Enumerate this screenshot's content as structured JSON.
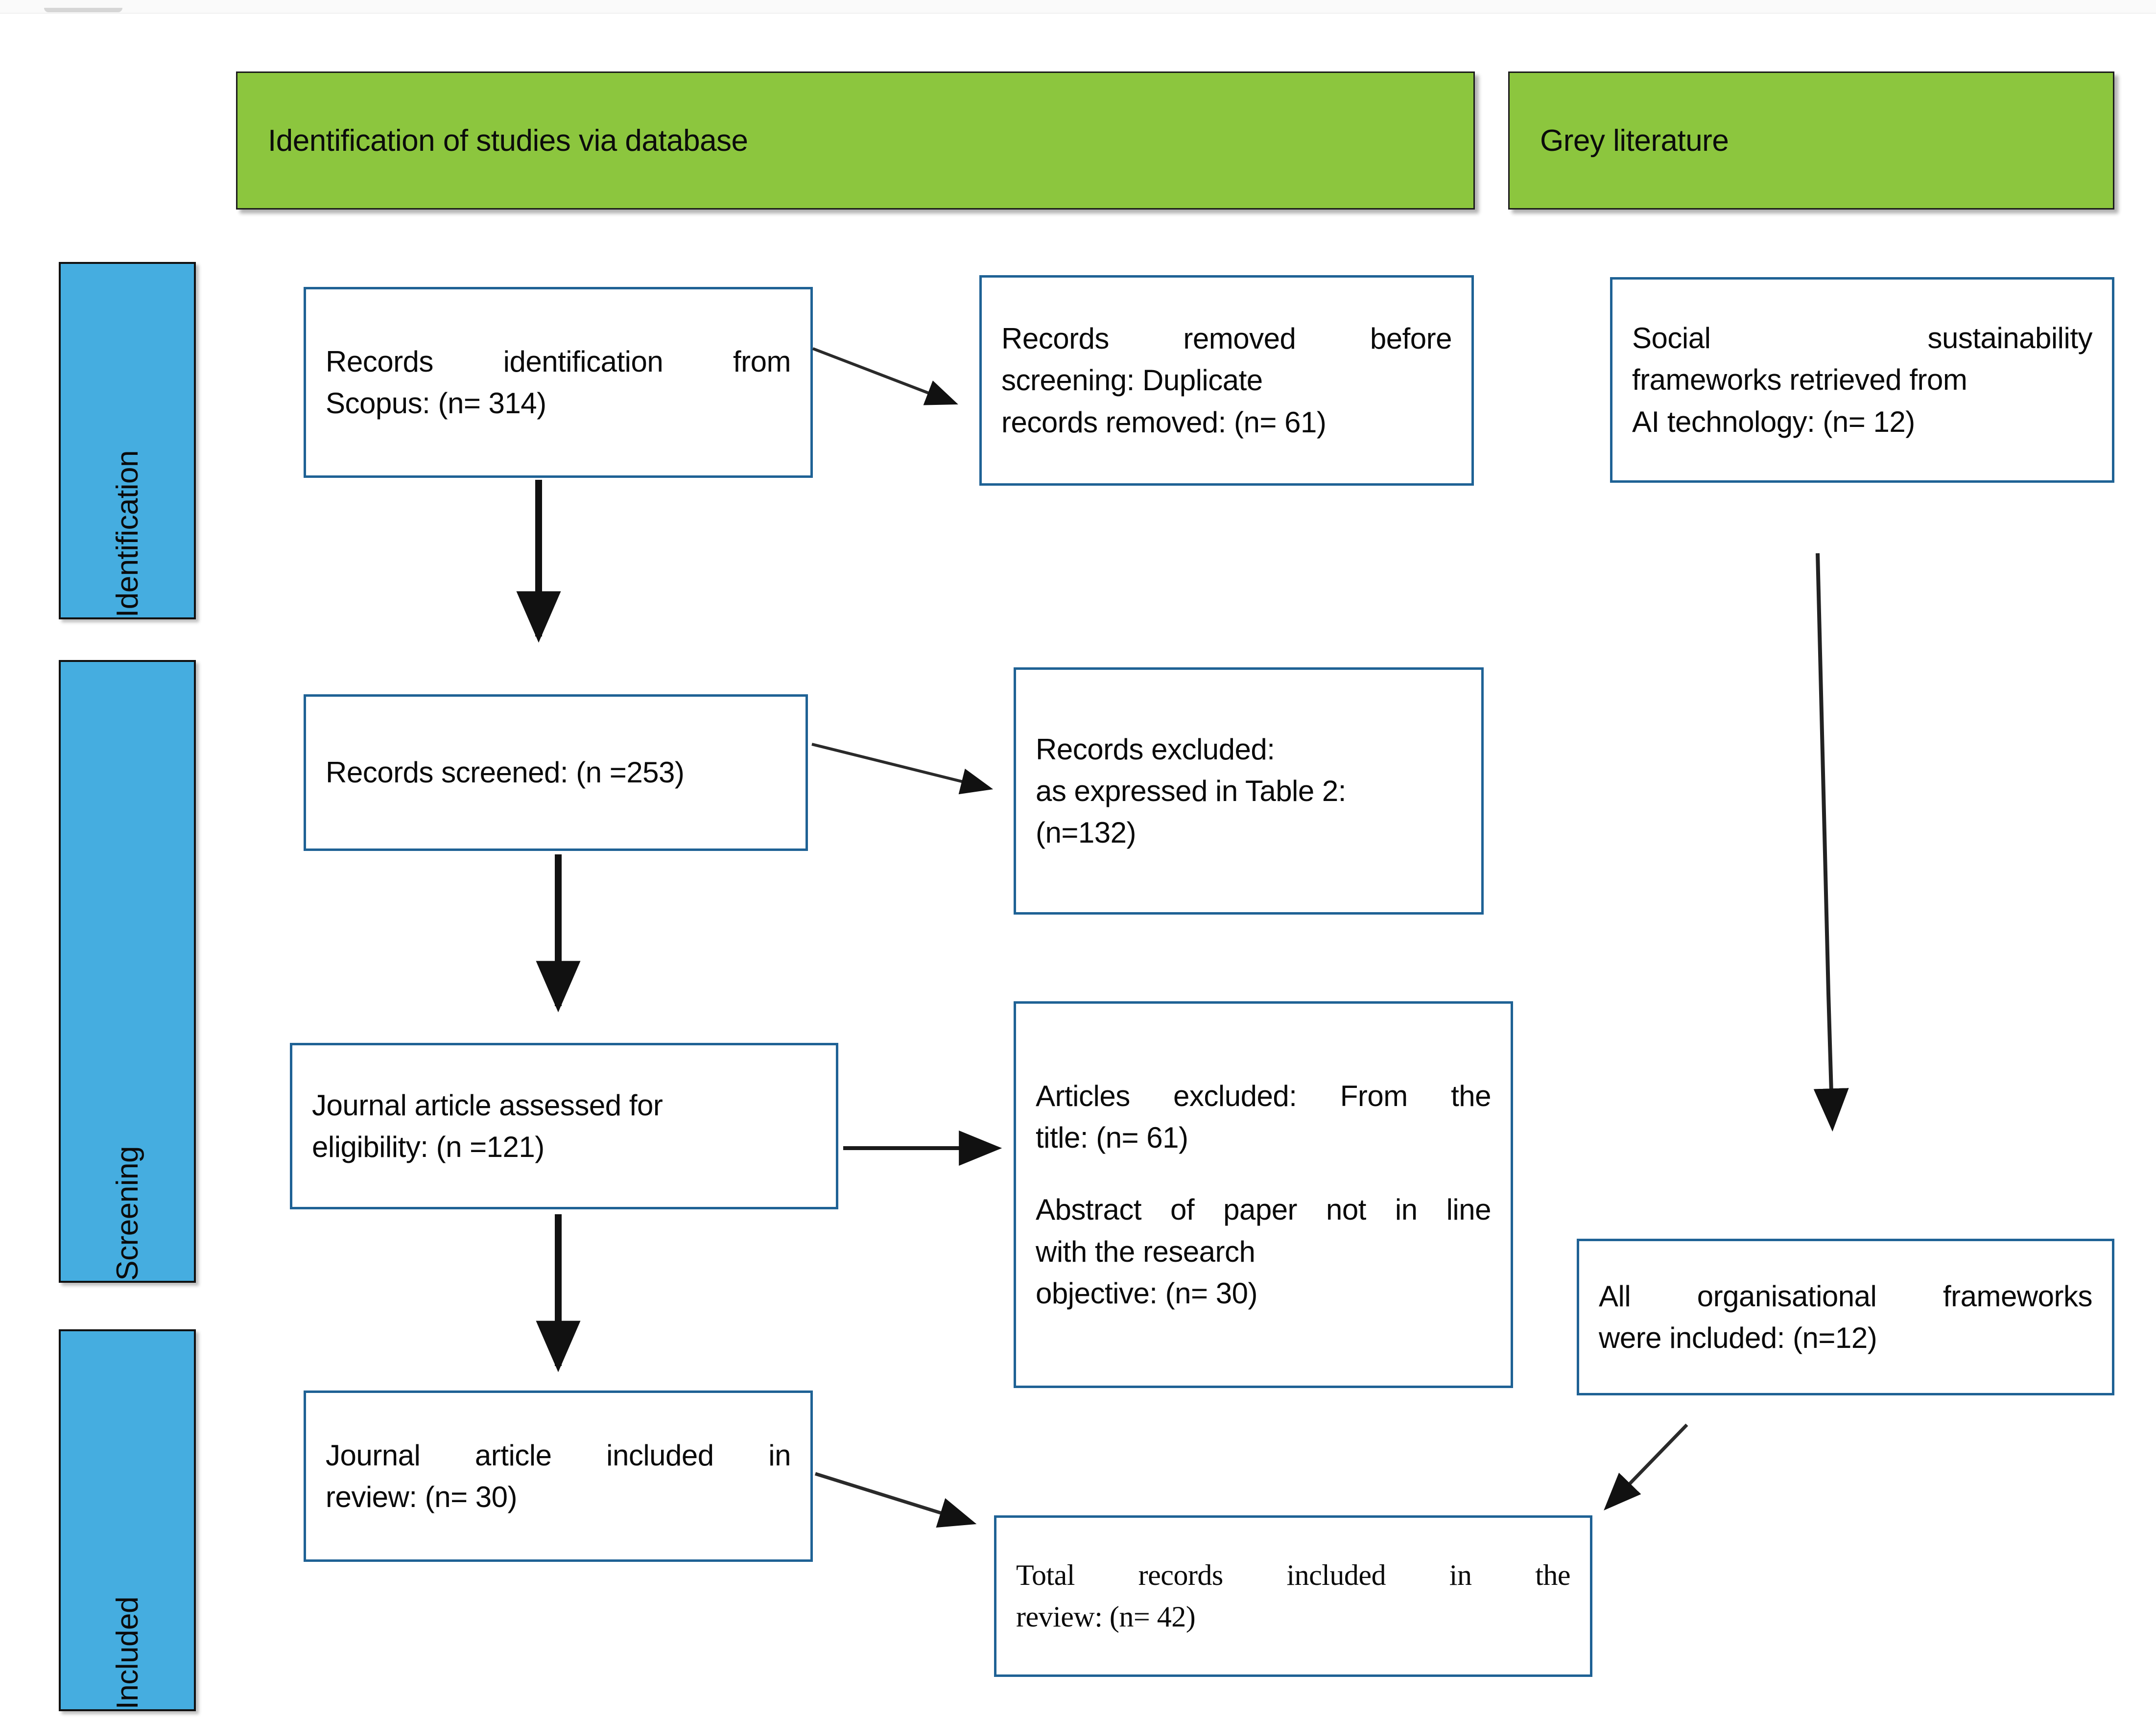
{
  "figure": {
    "type": "prisma-flow-diagram",
    "palette": {
      "stage_header_green": "#8CC63E",
      "phase_bar_blue": "#45ADE0",
      "box_border_blue": "#1F6295",
      "text_black": "#0A0A0A",
      "page_background": "#FFFFFF",
      "arrow_black": "#111111"
    }
  },
  "stage_headers": [
    {
      "id": "database",
      "label": "Identification of studies via database"
    },
    {
      "id": "grey",
      "label": "Grey literature"
    }
  ],
  "phase_bars": [
    {
      "id": "identification",
      "label": "Identification"
    },
    {
      "id": "screening",
      "label": "Screening"
    },
    {
      "id": "included",
      "label": "Included"
    }
  ],
  "boxes": {
    "records_identified": {
      "lines": [
        "Records identification from",
        "Scopus: (n= 314)"
      ],
      "counts": {
        "n": 314
      },
      "source": "Scopus"
    },
    "records_removed_before_screening": {
      "lines": [
        "Records removed before",
        "screening:           Duplicate",
        "records removed: (n= 61)"
      ],
      "counts": {
        "n": 61
      }
    },
    "grey_frameworks_retrieved": {
      "lines": [
        "Social            sustainability",
        "frameworks retrieved from",
        "AI technology: (n= 12)"
      ],
      "counts": {
        "n": 12
      }
    },
    "records_screened": {
      "lines": [
        "Records screened: (n =253)"
      ],
      "counts": {
        "n": 253
      }
    },
    "records_excluded": {
      "lines": [
        "Records excluded:",
        "as expressed in Table 2:",
        "(n=132)"
      ],
      "counts": {
        "n": 132
      },
      "reference": "Table 2"
    },
    "articles_assessed": {
      "lines": [
        "Journal article assessed for",
        "eligibility: (n =121)"
      ],
      "counts": {
        "n": 121
      }
    },
    "articles_excluded": {
      "block_a": [
        "Articles excluded: From the",
        "title: (n= 61)"
      ],
      "block_b": [
        "Abstract of paper not in line",
        "with        the        research",
        "objective: (n= 30)"
      ],
      "counts": {
        "excluded_from_title": 61,
        "excluded_abstract_not_in_line": 30
      }
    },
    "articles_included": {
      "lines": [
        "Journal article included in",
        "review: (n= 30)"
      ],
      "counts": {
        "n": 30
      }
    },
    "organisational_frameworks_included": {
      "lines": [
        "All organisational frameworks",
        "were included: (n=12)"
      ],
      "counts": {
        "n": 12
      }
    },
    "total_included": {
      "lines": [
        "Total records included in the",
        "review: (n= 42)"
      ],
      "counts": {
        "n": 42
      }
    }
  },
  "arrows": [
    {
      "id": "identified-to-removed",
      "from": "records_identified",
      "to": "records_removed_before_screening",
      "direction": "diagonal-right-down"
    },
    {
      "id": "identified-to-screened",
      "from": "records_identified",
      "to": "records_screened",
      "direction": "down"
    },
    {
      "id": "screened-to-excluded",
      "from": "records_screened",
      "to": "records_excluded",
      "direction": "diagonal-right-down"
    },
    {
      "id": "screened-to-assessed",
      "from": "records_screened",
      "to": "articles_assessed",
      "direction": "down"
    },
    {
      "id": "assessed-to-excluded",
      "from": "articles_assessed",
      "to": "articles_excluded",
      "direction": "right"
    },
    {
      "id": "assessed-to-included",
      "from": "articles_assessed",
      "to": "articles_included",
      "direction": "down"
    },
    {
      "id": "included-to-total",
      "from": "articles_included",
      "to": "total_included",
      "direction": "diagonal-right-down"
    },
    {
      "id": "grey-retrieved-to-frameworks",
      "from": "grey_frameworks_retrieved",
      "to": "organisational_frameworks_included",
      "direction": "down"
    },
    {
      "id": "frameworks-to-total",
      "from": "organisational_frameworks_included",
      "to": "total_included",
      "direction": "diagonal-left-down"
    }
  ]
}
